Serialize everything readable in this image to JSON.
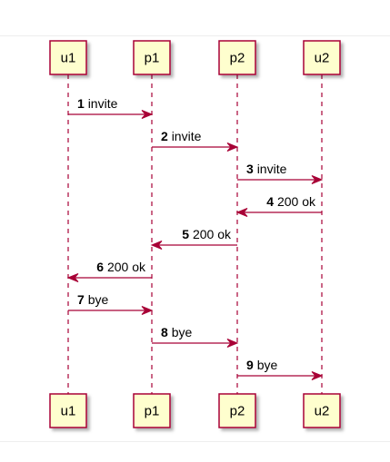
{
  "colors": {
    "participant_fill": "#FEFECE",
    "participant_border": "#A80036",
    "lifeline": "#A80036",
    "arrow": "#A80036",
    "text": "#000000"
  },
  "participants": [
    {
      "id": "u1",
      "label": "u1"
    },
    {
      "id": "p1",
      "label": "p1"
    },
    {
      "id": "p2",
      "label": "p2"
    },
    {
      "id": "u2",
      "label": "u2"
    }
  ],
  "messages": [
    {
      "num": "1",
      "text": "invite",
      "from": "u1",
      "to": "p1"
    },
    {
      "num": "2",
      "text": "invite",
      "from": "p1",
      "to": "p2"
    },
    {
      "num": "3",
      "text": "invite",
      "from": "p2",
      "to": "u2"
    },
    {
      "num": "4",
      "text": "200 ok",
      "from": "u2",
      "to": "p2"
    },
    {
      "num": "5",
      "text": "200 ok",
      "from": "p2",
      "to": "p1"
    },
    {
      "num": "6",
      "text": "200 ok",
      "from": "p1",
      "to": "u1"
    },
    {
      "num": "7",
      "text": "bye",
      "from": "u1",
      "to": "p1"
    },
    {
      "num": "8",
      "text": "bye",
      "from": "p1",
      "to": "p2"
    },
    {
      "num": "9",
      "text": "bye",
      "from": "p2",
      "to": "u2"
    }
  ]
}
